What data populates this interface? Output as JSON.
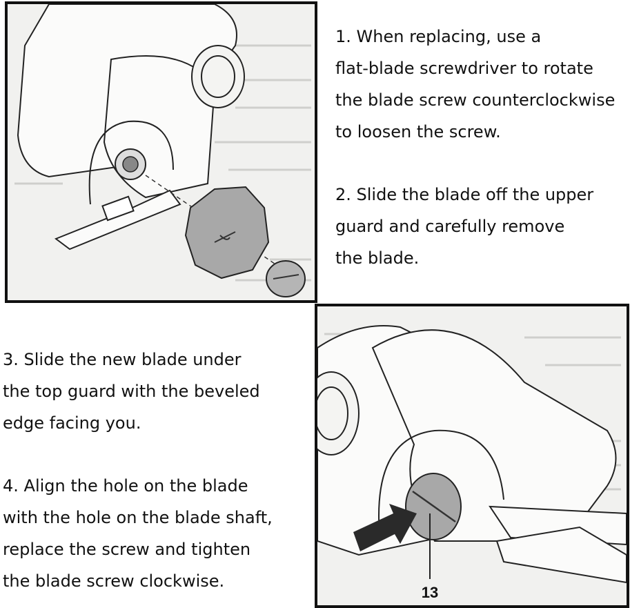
{
  "steps_right": [
    {
      "lines": [
        "1. When replacing, use a",
        "flat-blade screwdriver to rotate",
        "the blade screw counterclockwise",
        "to loosen the screw."
      ]
    },
    {
      "lines": [
        "2. Slide the blade off the upper",
        "guard and carefully remove",
        "the blade."
      ]
    }
  ],
  "steps_left": [
    {
      "lines": [
        "3. Slide the new blade under",
        "the top guard with the beveled",
        "edge facing you."
      ]
    },
    {
      "lines": [
        "4. Align the hole on the blade",
        "with the hole on the blade shaft,",
        "replace the screw and tighten",
        "the blade screw clockwise."
      ]
    }
  ],
  "callout_label": "13",
  "colors": {
    "frame": "#111111",
    "paper": "#f1f1ef",
    "blade": "#a8a8a8",
    "arrow": "#2a2a2a"
  }
}
